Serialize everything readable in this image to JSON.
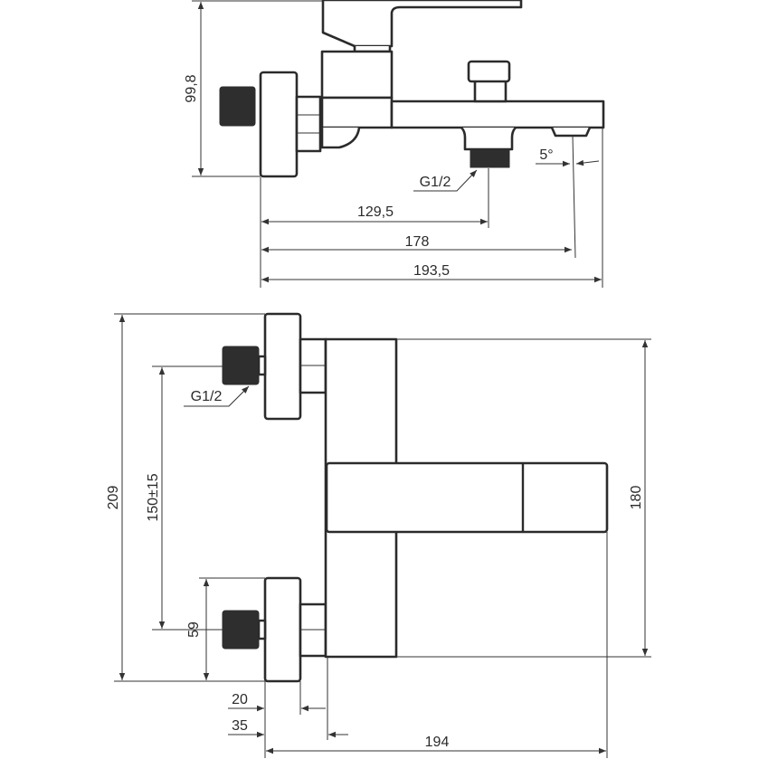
{
  "side_view": {
    "height_label": "99,8",
    "thread_label": "G1/2",
    "outlet_angle_label": "5°",
    "dim_to_outlet": "129,5",
    "dim_to_spout_tip": "178",
    "dim_total_length": "193,5"
  },
  "front_view": {
    "total_height": "209",
    "inlet_spacing": "150±15",
    "flange_height": "59",
    "body_height": "180",
    "thread_label": "G1/2",
    "flange_depth": "20",
    "body_offset": "35",
    "total_projection": "194"
  },
  "colors": {
    "line": "#2b2b2b",
    "thread_fill": "#2e2e2e",
    "background": "#ffffff"
  }
}
